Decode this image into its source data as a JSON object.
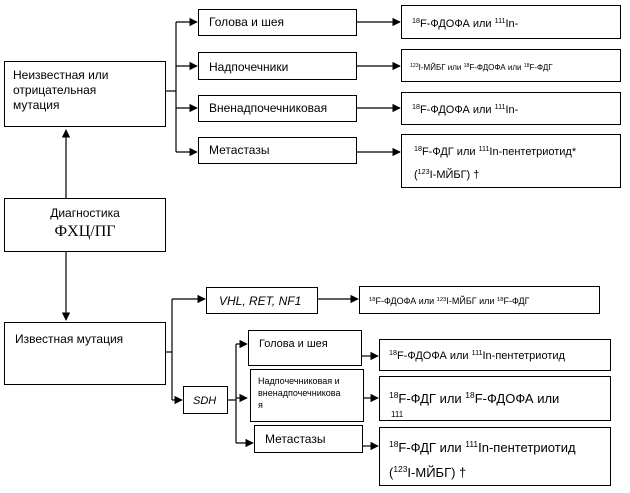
{
  "diagnostics": {
    "line1": "Диагностика",
    "line2": "ФХЦ/ПГ"
  },
  "unknown_mutation": {
    "label_line1": "Неизвестная или",
    "label_line2": "отрицательная",
    "label_line3": "мутация",
    "sites": {
      "head_neck": "Голова и шея",
      "adrenal": "Надпочечники",
      "extra_adrenal": "Вненадпочечниковая",
      "metastases": "Метастазы"
    },
    "results": {
      "head_neck": {
        "iso1": "18",
        "t1": "F-ФДОФА или ",
        "iso2": "111",
        "t2": "In-"
      },
      "adrenal": {
        "iso1": "123",
        "t1": "I-МЙБГ или ",
        "iso2": "18",
        "t2": "F-ФДОФА или ",
        "iso3": "18",
        "t3": "F-ФДГ"
      },
      "extra_adrenal": {
        "iso1": "18",
        "t1": "F-ФДОФА или ",
        "iso2": "111",
        "t2": "In-"
      },
      "metastases": {
        "iso1": "18",
        "t1": "F-ФДГ или ",
        "iso2": "111",
        "t2": "In-пентетриотид*",
        "pre": "(",
        "iso3": "123",
        "t3": "I-МЙБГ) †"
      }
    }
  },
  "known_mutation": {
    "label": "Известная мутация",
    "vhl_branch": {
      "label": "VHL, RET, NF1",
      "result": {
        "iso1": "18",
        "t1": "F-ФДОФА или ",
        "iso2": "123",
        "t2": "I-МЙБГ или ",
        "iso3": "18",
        "t3": "F-ФДГ"
      }
    },
    "sdh_branch": {
      "label": "SDH",
      "sites": {
        "head_neck": "Голова и шея",
        "adrenal_line1": "Надпочечниковая и",
        "adrenal_line2": "вненадпочечникова",
        "adrenal_line3": "я",
        "metastases": "Метастазы"
      },
      "results": {
        "head_neck": {
          "iso1": "18",
          "t1": "F-ФДОФА или ",
          "iso2": "111",
          "t2": "In-пентетриотид"
        },
        "adrenal": {
          "iso1": "18",
          "t1": "F-ФДГ или ",
          "iso2": "18",
          "t2": "F-ФДОФА или",
          "iso3": "111"
        },
        "metastases": {
          "iso1": "18",
          "t1": "F-ФДГ или ",
          "iso2": "111",
          "t2": "In-пентетриотид",
          "pre": "(",
          "iso3": "123",
          "t3": "I-МЙБГ) †"
        }
      }
    }
  }
}
